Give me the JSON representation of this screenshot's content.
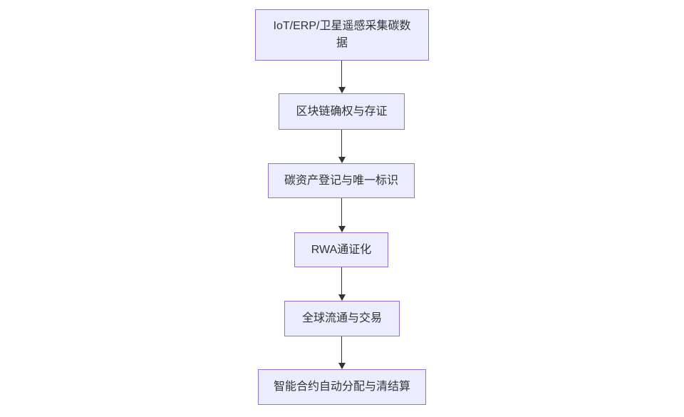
{
  "diagram": {
    "type": "flowchart",
    "direction": "top-down",
    "nodes": [
      {
        "id": "A",
        "label": "IoT/ERP/卫星遥感采集碳数据"
      },
      {
        "id": "B",
        "label": "区块链确权与存证"
      },
      {
        "id": "C",
        "label": "碳资产登记与唯一标识"
      },
      {
        "id": "D",
        "label": "RWA通证化"
      },
      {
        "id": "E",
        "label": "全球流通与交易"
      },
      {
        "id": "F",
        "label": "智能合约自动分配与清结算"
      }
    ],
    "edges": [
      {
        "from": "A",
        "to": "B"
      },
      {
        "from": "B",
        "to": "C"
      },
      {
        "from": "C",
        "to": "D"
      },
      {
        "from": "D",
        "to": "E"
      },
      {
        "from": "E",
        "to": "F"
      }
    ],
    "colors": {
      "node_fill": "#ECECFF",
      "node_border": "#9370DB",
      "arrow": "#333333",
      "text": "#333333",
      "background": "#FFFFFF"
    }
  }
}
